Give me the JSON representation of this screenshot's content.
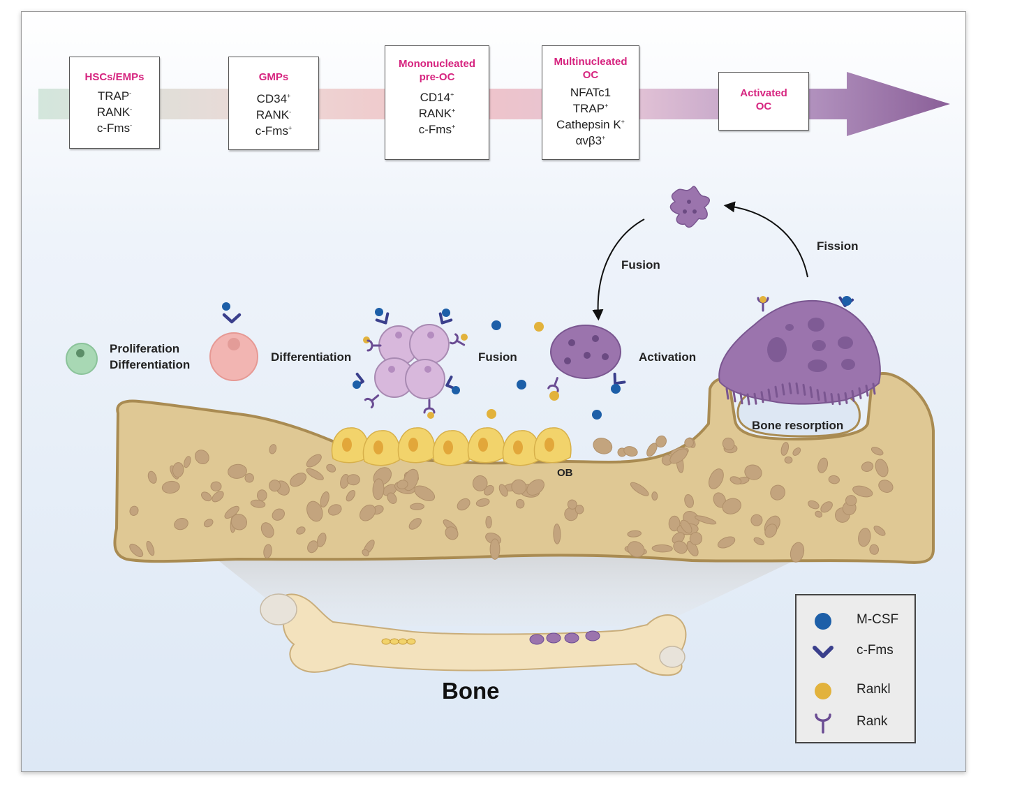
{
  "stages": [
    {
      "title": "HSCs/EMPs",
      "markers": [
        [
          "TRAP",
          "-"
        ],
        [
          "RANK",
          "-"
        ],
        [
          "c-Fms",
          "-"
        ]
      ]
    },
    {
      "title": "GMPs",
      "markers": [
        [
          "CD34",
          "+"
        ],
        [
          "RANK",
          "-"
        ],
        [
          "c-Fms",
          "+"
        ]
      ]
    },
    {
      "title": "Mononucleated\npre-OC",
      "markers": [
        [
          "CD14",
          "+"
        ],
        [
          "RANK",
          "+"
        ],
        [
          "c-Fms",
          "+"
        ]
      ]
    },
    {
      "title": "Multinucleated\nOC",
      "markers": [
        [
          "NFATc1",
          ""
        ],
        [
          "TRAP",
          "+"
        ],
        [
          "Cathepsin K",
          "+"
        ],
        [
          "αvβ3",
          "+"
        ]
      ]
    },
    {
      "title": "Activated\nOC",
      "markers": []
    }
  ],
  "labels": {
    "proliferation": "Proliferation",
    "differentiation_1": "Differentiation",
    "differentiation_2": "Differentiation",
    "fusion_1": "Fusion",
    "activation": "Activation",
    "fusion_2": "Fusion",
    "fission": "Fission",
    "bone_resorption": "Bone resorption",
    "ob": "OB",
    "bone": "Bone"
  },
  "legend": [
    {
      "label": "M-CSF",
      "icon": "blue-dot-icon"
    },
    {
      "label": "c-Fms",
      "icon": "v-receptor-icon"
    },
    {
      "label": "Rankl",
      "icon": "yellow-dot-icon"
    },
    {
      "label": "Rank",
      "icon": "y-receptor-icon"
    }
  ],
  "colors": {
    "title_magenta": "#d6247f",
    "mcsf_blue": "#1d5fa8",
    "cfms_navy": "#3a3f8c",
    "rankl_yellow": "#e2b23c",
    "rank_purple": "#6a4c93",
    "osteoclast_purple": "#9b74ad",
    "bone_tan": "#dfc894",
    "bone_outline": "#a98b52",
    "pore_brown": "#c3a47e",
    "osteoblast_yellow": "#f2d36b",
    "hsc_green": "#a8d8b4",
    "gmp_pink": "#f2b5b2"
  }
}
